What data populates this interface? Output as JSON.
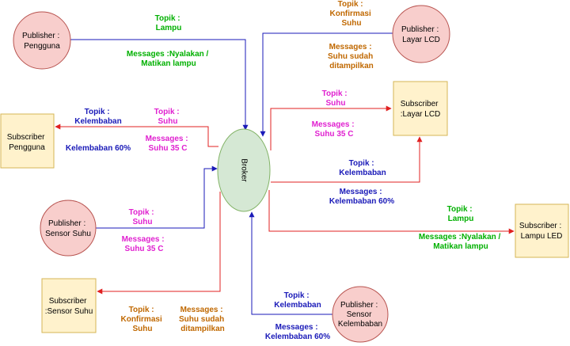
{
  "colors": {
    "publisher_fill": "#f8cecc",
    "publisher_stroke": "#b85450",
    "subscriber_fill": "#fff2cc",
    "subscriber_stroke": "#d6b656",
    "broker_fill": "#d5e8d4",
    "broker_stroke": "#82b366",
    "blue": "#1a1ab8",
    "red": "#e02020",
    "green": "#00b000",
    "magenta": "#e020d0",
    "orange": "#c06800"
  },
  "nodes": {
    "broker": "Broker",
    "publisher_pengguna": [
      "Publisher  :",
      "Pengguna"
    ],
    "publisher_lcd": [
      "Publisher  :",
      "Layar LCD"
    ],
    "publisher_suhu": [
      "Publisher  :",
      "Sensor Suhu"
    ],
    "publisher_kelembaban": [
      "Publisher :",
      "Sensor",
      "Kelembaban"
    ],
    "subscriber_pengguna": [
      "Subscriber",
      "Pengguna"
    ],
    "subscriber_lcd": [
      "Subscriber",
      ":Layar LCD"
    ],
    "subscriber_suhu": [
      "Subscriber",
      ":Sensor Suhu"
    ],
    "subscriber_led": [
      "Subscriber :",
      "Lampu LED"
    ]
  },
  "labels": {
    "pub_pengguna_topic": [
      "Topik :",
      "Lampu"
    ],
    "pub_pengguna_msg": [
      "Messages :Nyalakan /",
      "Matikan lampu"
    ],
    "pub_lcd_topic": [
      "Topik :",
      "Konfirmasi",
      "Suhu"
    ],
    "pub_lcd_msg": [
      "Messages :",
      "Suhu sudah",
      "ditampilkan"
    ],
    "sub_peng_topic_kel": [
      "Topik :",
      "Kelembaban"
    ],
    "sub_peng_topic_suhu": [
      "Topik :",
      "Suhu"
    ],
    "sub_peng_msg_kel": [
      "Kelembaban 60%"
    ],
    "sub_peng_msg_suhu": [
      "Messages :",
      "Suhu 35 C"
    ],
    "sub_lcd_topic_suhu": [
      "Topik :",
      "Suhu"
    ],
    "sub_lcd_msg_suhu": [
      "Messages :",
      "Suhu 35 C"
    ],
    "sub_lcd_topic_kel": [
      "Topik :",
      "Kelembaban"
    ],
    "sub_lcd_msg_kel": [
      "Messages :",
      "Kelembaban 60%"
    ],
    "pub_suhu_topic": [
      "Topik :",
      "Suhu"
    ],
    "pub_suhu_msg": [
      "Messages :",
      "Suhu 35 C"
    ],
    "sub_led_topic": [
      "Topik :",
      "Lampu"
    ],
    "sub_led_msg": [
      "Messages :Nyalakan /",
      "Matikan lampu"
    ],
    "sub_suhu_topic": [
      "Topik :",
      "Konfirmasi",
      "Suhu"
    ],
    "sub_suhu_msg": [
      "Messages :",
      "Suhu sudah",
      "ditampilkan"
    ],
    "pub_kel_topic": [
      "Topik :",
      "Kelembaban"
    ],
    "pub_kel_msg": [
      "Messages :",
      "Kelembaban 60%"
    ]
  }
}
